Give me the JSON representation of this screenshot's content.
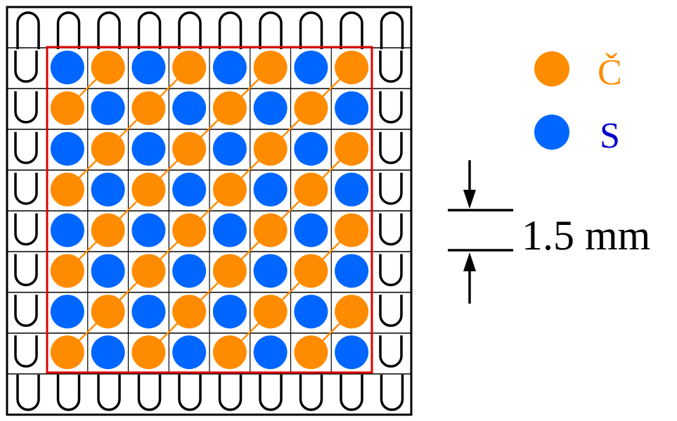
{
  "colors": {
    "c_atom": "#FF8C00",
    "s_atom": "#0066FF",
    "boundary": "#E00000",
    "bond": "#FF8C00",
    "grid": "#000000",
    "frame": "#000000"
  },
  "lattice": {
    "rows": 8,
    "cols": 8,
    "pattern": [
      [
        "S",
        "C",
        "S",
        "C",
        "S",
        "C",
        "S",
        "C"
      ],
      [
        "C",
        "S",
        "C",
        "S",
        "C",
        "S",
        "C",
        "S"
      ],
      [
        "S",
        "C",
        "S",
        "C",
        "S",
        "C",
        "S",
        "C"
      ],
      [
        "C",
        "S",
        "C",
        "S",
        "C",
        "S",
        "C",
        "S"
      ],
      [
        "S",
        "C",
        "S",
        "C",
        "S",
        "C",
        "S",
        "C"
      ],
      [
        "C",
        "S",
        "C",
        "S",
        "C",
        "S",
        "C",
        "S"
      ],
      [
        "S",
        "C",
        "S",
        "C",
        "S",
        "C",
        "S",
        "C"
      ],
      [
        "C",
        "S",
        "C",
        "S",
        "C",
        "S",
        "C",
        "S"
      ]
    ]
  },
  "legend": {
    "items": [
      {
        "key": "C",
        "label": "Č",
        "color": "#FF8C00",
        "icon": "orange-circle"
      },
      {
        "key": "S",
        "label": "S",
        "color": "#0000CC",
        "icon": "blue-circle"
      }
    ]
  },
  "scale": {
    "label": "1.5 mm"
  }
}
